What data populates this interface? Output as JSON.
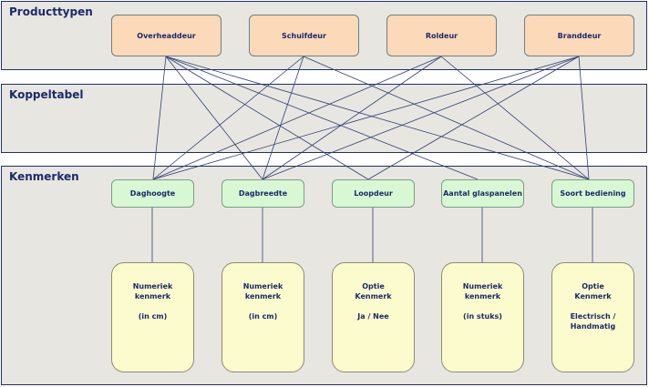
{
  "bands": {
    "producttypen": "Producttypen",
    "koppeltabel": "Koppeltabel",
    "kenmerken": "Kenmerken"
  },
  "producttypes": [
    "Overheaddeur",
    "Schuifdeur",
    "Roldeur",
    "Branddeur"
  ],
  "kenmerken": [
    "Daghoogte",
    "Dagbreedte",
    "Loopdeur",
    "Aantal glaspanelen",
    "Soort bediening"
  ],
  "details": [
    {
      "line1": "Numeriek",
      "line2": "kenmerk",
      "line3": "(in cm)",
      "line4": ""
    },
    {
      "line1": "Numeriek",
      "line2": "kenmerk",
      "line3": "(in cm)",
      "line4": ""
    },
    {
      "line1": "Optie",
      "line2": "Kenmerk",
      "line3": "Ja / Nee",
      "line4": ""
    },
    {
      "line1": "Numeriek",
      "line2": "kenmerk",
      "line3": "(in stuks)",
      "line4": ""
    },
    {
      "line1": "Optie",
      "line2": "Kenmerk",
      "line3": "Electrisch /",
      "line4": "Handmatig"
    }
  ],
  "links": [
    {
      "from": "Overheaddeur",
      "to": "Daghoogte"
    },
    {
      "from": "Overheaddeur",
      "to": "Dagbreedte"
    },
    {
      "from": "Overheaddeur",
      "to": "Loopdeur"
    },
    {
      "from": "Overheaddeur",
      "to": "Aantal glaspanelen"
    },
    {
      "from": "Overheaddeur",
      "to": "Soort bediening"
    },
    {
      "from": "Schuifdeur",
      "to": "Daghoogte"
    },
    {
      "from": "Schuifdeur",
      "to": "Dagbreedte"
    },
    {
      "from": "Schuifdeur",
      "to": "Soort bediening"
    },
    {
      "from": "Roldeur",
      "to": "Daghoogte"
    },
    {
      "from": "Roldeur",
      "to": "Dagbreedte"
    },
    {
      "from": "Roldeur",
      "to": "Soort bediening"
    },
    {
      "from": "Branddeur",
      "to": "Daghoogte"
    },
    {
      "from": "Branddeur",
      "to": "Dagbreedte"
    },
    {
      "from": "Branddeur",
      "to": "Loopdeur"
    },
    {
      "from": "Branddeur",
      "to": "Soort bediening"
    }
  ],
  "colors": {
    "line": "#2e3f7a",
    "title": "#1a2a6c"
  }
}
